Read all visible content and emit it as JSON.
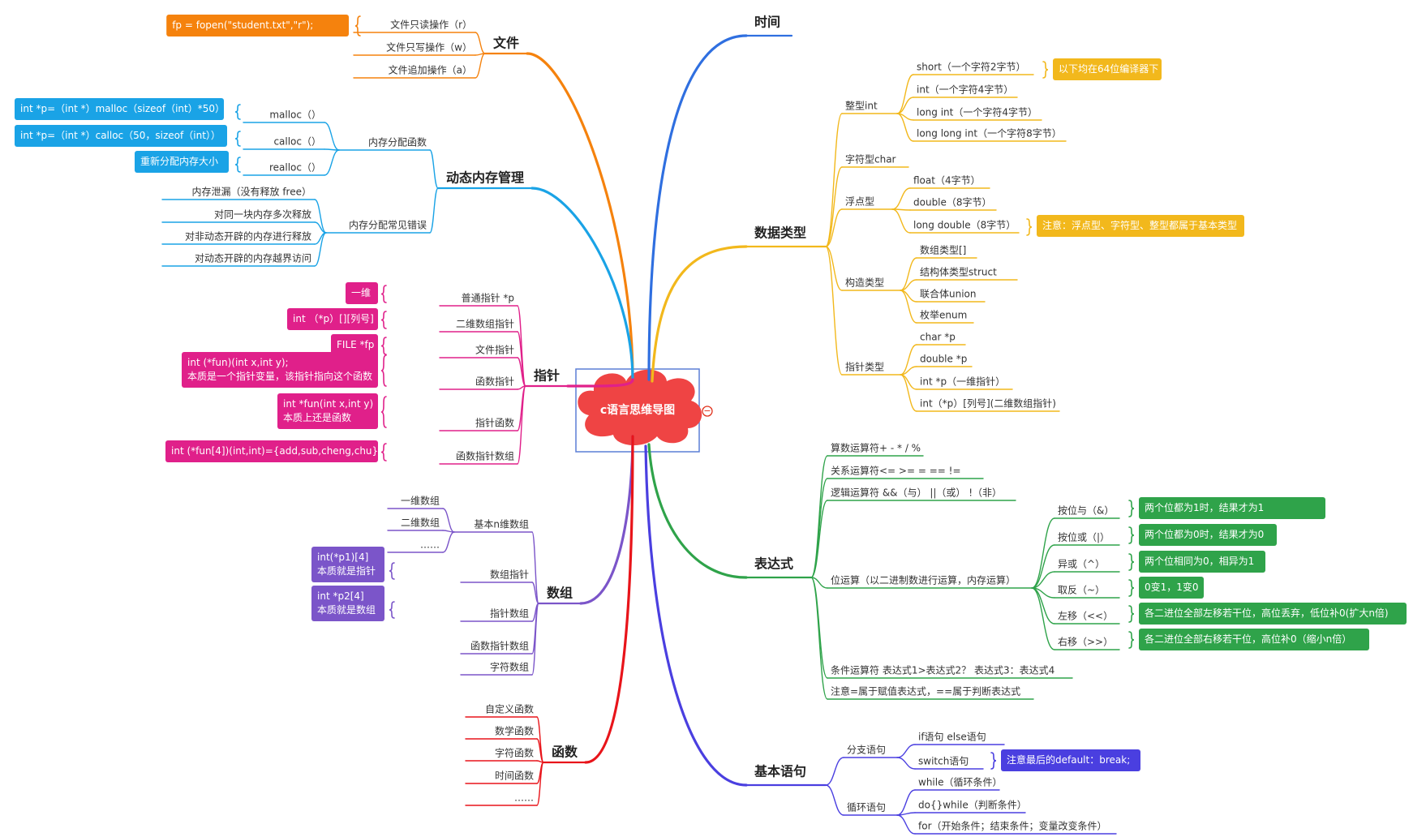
{
  "center": {
    "label": "c语言思维导图",
    "collapse_glyph": "−"
  },
  "colors": {
    "file": "#f5820d",
    "dynamic": "#1aa3e6",
    "pointer": "#e0208a",
    "array": "#7b55c9",
    "func": "#e8141a",
    "time": "#2f6fe0",
    "dtype": "#f2b81c",
    "expr": "#2fa34a",
    "stmt": "#4a3fe0",
    "cloud": "#ef4444",
    "frame": "#5b7fd6"
  },
  "branches": {
    "file": {
      "label": "文件",
      "items": [
        "文件只读操作（r）",
        "文件只写操作（w）",
        "文件追加操作（a）"
      ],
      "note": "fp = fopen(\"student.txt\",\"r\");"
    },
    "dynamic": {
      "label": "动态内存管理",
      "alloc": {
        "label": "内存分配函数",
        "items": [
          "malloc（）",
          "calloc（）",
          "realloc（）"
        ],
        "notes": [
          "int *p=（int *）malloc（sizeof（int）*50）",
          "int *p=（int *）calloc（50，sizeof（int））",
          "重新分配内存大小"
        ]
      },
      "errors": {
        "label": "内存分配常见错误",
        "items": [
          "内存泄漏（没有释放 free）",
          "对同一块内存多次释放",
          "对非动态开辟的内存进行释放",
          "对动态开辟的内存越界访问"
        ]
      }
    },
    "pointer": {
      "label": "指针",
      "items": [
        "普通指针 *p",
        "二维数组指针",
        "文件指针",
        "函数指针",
        "指针函数",
        "函数指针数组"
      ],
      "notes": [
        [
          "一维"
        ],
        [
          "int （*p）[][列号]"
        ],
        [
          "FILE *fp"
        ],
        [
          "int (*fun)(int x,int y);",
          "本质是一个指针变量，该指针指向这个函数"
        ],
        [
          "int *fun(int x,int y)",
          "本质上还是函数"
        ],
        [
          "int (*fun[4])(int,int)={add,sub,cheng,chu}"
        ]
      ]
    },
    "array": {
      "label": "数组",
      "nd": {
        "label": "基本n维数组",
        "items": [
          "一维数组",
          "二维数组",
          "……"
        ]
      },
      "items": [
        "数组指针",
        "指针数组",
        "函数指针数组",
        "字符数组"
      ],
      "notes": [
        [
          "int(*p1)[4]",
          "本质就是指针"
        ],
        [
          "int *p2[4]",
          "本质就是数组"
        ]
      ]
    },
    "func": {
      "label": "函数",
      "items": [
        "自定义函数",
        "数学函数",
        "字符函数",
        "时间函数",
        "……"
      ]
    },
    "time": {
      "label": "时间"
    },
    "dtype": {
      "label": "数据类型",
      "int": {
        "label": "整型int",
        "items": [
          "short（一个字符2字节）",
          "int（一个字符4字节）",
          "long int（一个字符4字节）",
          "long long int（一个字符8字节）"
        ],
        "note": "以下均在64位编译器下"
      },
      "char": {
        "label": "字符型char"
      },
      "float": {
        "label": "浮点型",
        "items": [
          "float（4字节）",
          "double（8字节）",
          "long double（8字节）"
        ],
        "note": "注意：浮点型、字符型、整型都属于基本类型"
      },
      "struct": {
        "label": "构造类型",
        "items": [
          "数组类型[]",
          "结构体类型struct",
          "联合体union",
          "枚举enum"
        ]
      },
      "ptr": {
        "label": "指针类型",
        "items": [
          "char *p",
          "double *p",
          "int *p（一维指针）",
          "int（*p）[列号](二维数组指针)"
        ]
      }
    },
    "expr": {
      "label": "表达式",
      "items_top": [
        "算数运算符+ - * / %",
        "关系运算符<=    >=    =    ==     !=",
        "逻辑运算符 &&（与） ||（或） !（非）"
      ],
      "bit": {
        "label": "位运算（以二进制数进行运算，内存运算）",
        "items": [
          "按位与（&）",
          "按位或（|）",
          "异或（^）",
          "取反（~）",
          "左移（<<）",
          "右移（>>）"
        ],
        "notes": [
          "两个位都为1时，结果才为1",
          "两个位都为0时，结果才为0",
          "两个位相同为0，相异为1",
          "0变1，1变0",
          "各二进位全部左移若干位，高位丢弃，低位补0(扩大n倍)",
          "各二进位全部右移若干位，高位补0（缩小n倍）"
        ]
      },
      "items_bottom": [
        "条件运算符 表达式1>表达式2？ 表达式3：表达式4",
        "注意=属于赋值表达式，==属于判断表达式"
      ]
    },
    "stmt": {
      "label": "基本语句",
      "branch": {
        "label": "分支语句",
        "items": [
          "if语句 else语句",
          "switch语句"
        ],
        "note": "注意最后的default：break;"
      },
      "loop": {
        "label": "循环语句",
        "items": [
          "while（循环条件）",
          "do{}while（判断条件）",
          "for（开始条件；结束条件；变量改变条件）"
        ]
      }
    }
  }
}
